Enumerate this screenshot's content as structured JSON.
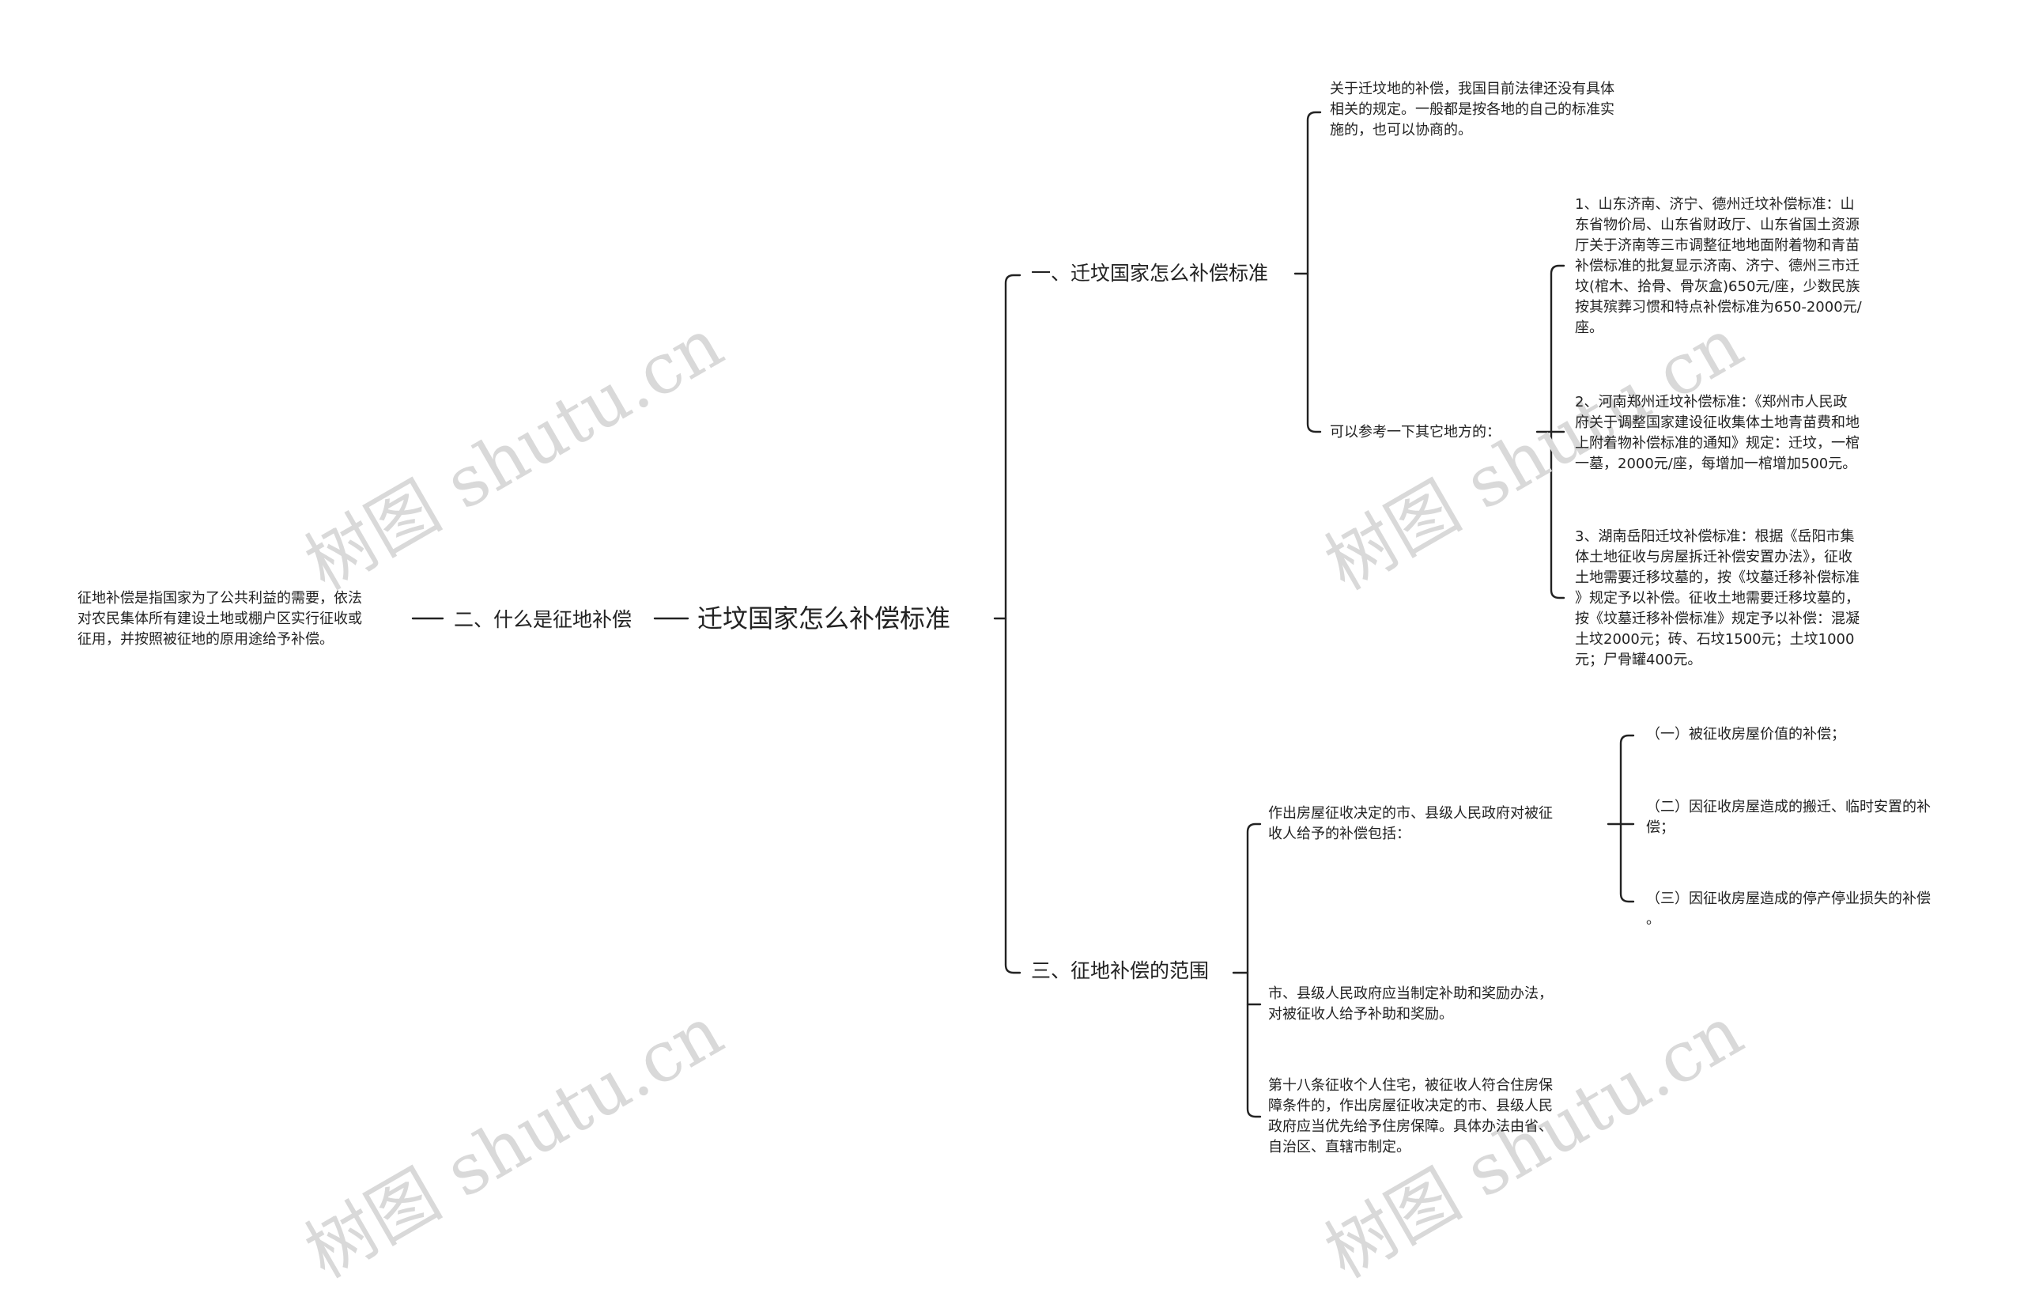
{
  "watermark": "树图 shutu.cn",
  "colors": {
    "line": "#222222",
    "text": "#222222",
    "watermark": "#d9d9d9"
  },
  "root": {
    "text": "迁坟国家怎么补偿标准"
  },
  "branch1": {
    "title": "一、迁坟国家怎么补偿标准",
    "intro": "关于迁坟地的补偿，我国目前法律还没有具体\n相关的规定。一般都是按各地的自己的标准实\n施的，也可以协商的。",
    "ref_label": "可以参考一下其它地方的：",
    "refs": [
      "1、山东济南、济宁、德州迁坟补偿标准：山\n东省物价局、山东省财政厅、山东省国土资源\n厅关于济南等三市调整征地地面附着物和青苗\n补偿标准的批复显示济南、济宁、德州三市迁\n坟(棺木、拾骨、骨灰盒)650元/座，少数民族\n按其殡葬习惯和特点补偿标准为650-2000元/\n座。",
      "2、河南郑州迁坟补偿标准：《郑州市人民政\n府关于调整国家建设征收集体土地青苗费和地\n上附着物补偿标准的通知》规定：迁坟，一棺\n一墓，2000元/座，每增加一棺增加500元。",
      "3、湖南岳阳迁坟补偿标准：根据《岳阳市集\n体土地征收与房屋拆迁补偿安置办法》，征收\n土地需要迁移坟墓的，按《坟墓迁移补偿标准\n》规定予以补偿。征收土地需要迁移坟墓的，\n按《坟墓迁移补偿标准》规定予以补偿：混凝\n土坟2000元；砖、石坟1500元；土坟1000\n元；尸骨罐400元。"
    ]
  },
  "branch2": {
    "title": "二、什么是征地补偿",
    "desc": "征地补偿是指国家为了公共利益的需要，依法\n对农民集体所有建设土地或棚户区实行征收或\n征用，并按照被征地的原用途给予补偿。"
  },
  "branch3": {
    "title": "三、征地补偿的范围",
    "item1": "作出房屋征收决定的市、县级人民政府对被征\n收人给予的补偿包括：",
    "subitems": [
      "（一）被征收房屋价值的补偿；",
      "（二）因征收房屋造成的搬迁、临时安置的补\n偿；",
      "（三）因征收房屋造成的停产停业损失的补偿\n。"
    ],
    "item2": "市、县级人民政府应当制定补助和奖励办法，\n对被征收人给予补助和奖励。",
    "item3": "第十八条征收个人住宅，被征收人符合住房保\n障条件的，作出房屋征收决定的市、县级人民\n政府应当优先给予住房保障。具体办法由省、\n自治区、直辖市制定。"
  }
}
